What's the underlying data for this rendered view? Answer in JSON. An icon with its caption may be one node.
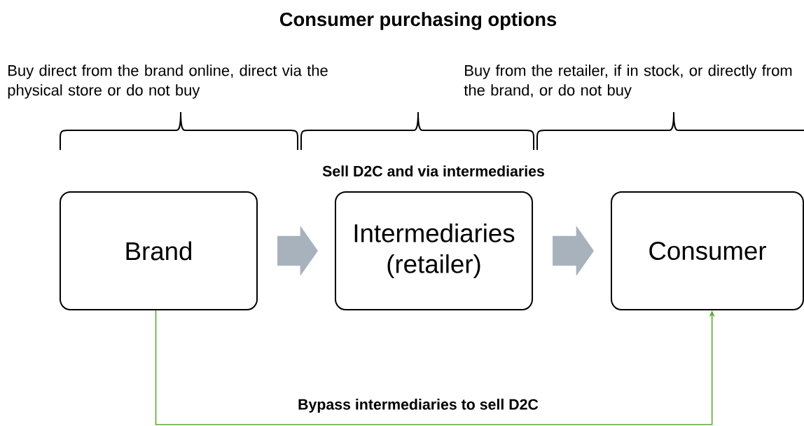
{
  "diagram": {
    "title": "Consumer purchasing options",
    "nodes": [
      {
        "text": [
          "Brand"
        ]
      },
      {
        "text": [
          "Intermediaries (retailer)"
        ]
      },
      {
        "text": [
          "Consumer"
        ]
      }
    ],
    "edges": [
      {
        "from": 0,
        "to": 1,
        "arrow": "to"
      },
      {
        "from": 1,
        "to": 2,
        "arrow": "to"
      },
      {
        "from": 0,
        "to": 2,
        "arrow": "to",
        "color": "#5bab33",
        "label": "Bypass intermediaries to sell D2C"
      }
    ],
    "labels": [
      "Buy direct from the brand online, direct via the physical store or do not buy",
      "Buy from the retailer, if in stock, or directly from the brand, or do not buy",
      "Sell D2C and via intermediaries"
    ]
  }
}
